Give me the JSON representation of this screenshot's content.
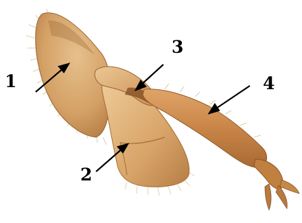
{
  "labels": [
    {
      "id": "1",
      "text": "1"
    },
    {
      "id": "2",
      "text": "2"
    },
    {
      "id": "3",
      "text": "3"
    },
    {
      "id": "4",
      "text": "4"
    }
  ],
  "colors": {
    "background": "#ffffff",
    "cuticle_light": "#e3b985",
    "cuticle_mid": "#c98e52",
    "cuticle_dark": "#9a6230",
    "hair": "#c9b07a",
    "label": "#000000"
  }
}
